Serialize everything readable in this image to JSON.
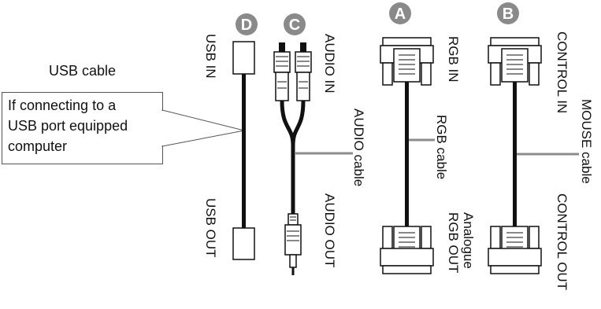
{
  "callout": {
    "title": "USB cable",
    "lines": [
      "If connecting to a",
      "USB port equipped",
      "computer"
    ]
  },
  "badges": {
    "a": "A",
    "b": "B",
    "c": "C",
    "d": "D"
  },
  "labels": {
    "usb_in": "USB IN",
    "usb_out": "USB OUT",
    "audio_in": "AUDIO IN",
    "audio_out": "AUDIO OUT",
    "audio_cable": "AUDIO cable",
    "rgb_in": "RGB IN",
    "rgb_cable": "RGB cable",
    "analogue_rgb_out_1": "Analogue",
    "analogue_rgb_out_2": "RGB OUT",
    "control_in": "CONTROL IN",
    "mouse_cable": "MOUSE cable",
    "control_out": "CONTROL OUT"
  },
  "colors": {
    "badge": "#8a8a8a",
    "cable": "#111111",
    "leader": "#8c8c8c"
  }
}
